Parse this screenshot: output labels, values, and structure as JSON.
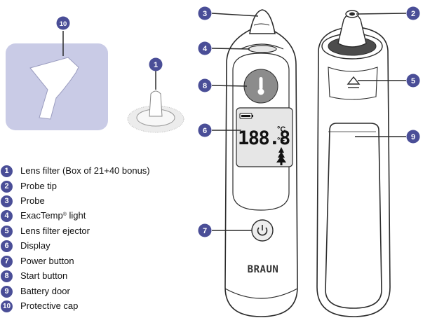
{
  "callouts": [
    {
      "number": "1"
    },
    {
      "number": "2"
    },
    {
      "number": "3"
    },
    {
      "number": "4"
    },
    {
      "number": "5"
    },
    {
      "number": "6"
    },
    {
      "number": "7"
    },
    {
      "number": "8"
    },
    {
      "number": "9"
    },
    {
      "number": "10"
    }
  ],
  "legend": [
    {
      "number": "1",
      "label": "Lens filter (Box of 21+40 bonus)"
    },
    {
      "number": "2",
      "label": "Probe tip"
    },
    {
      "number": "3",
      "label": "Probe"
    },
    {
      "number": "4",
      "label": "ExacTemp",
      "mark": "®",
      "suffix": " light"
    },
    {
      "number": "5",
      "label": "Lens filter ejector"
    },
    {
      "number": "6",
      "label": "Display"
    },
    {
      "number": "7",
      "label": "Power button"
    },
    {
      "number": "8",
      "label": "Start button"
    },
    {
      "number": "9",
      "label": "Battery door"
    },
    {
      "number": "10",
      "label": "Protective cap"
    }
  ],
  "display": {
    "reading": "188.8",
    "unit_c": "°C",
    "unit_f": "°F"
  },
  "brand": "BRAUN",
  "colors": {
    "badge": "#4a4e97",
    "cap_panel": "#c9cbe6",
    "outline": "#2b2b2b"
  },
  "icons": [
    "battery-icon",
    "thermometer-icon",
    "power-icon",
    "eject-icon",
    "ear-wave-icon"
  ]
}
